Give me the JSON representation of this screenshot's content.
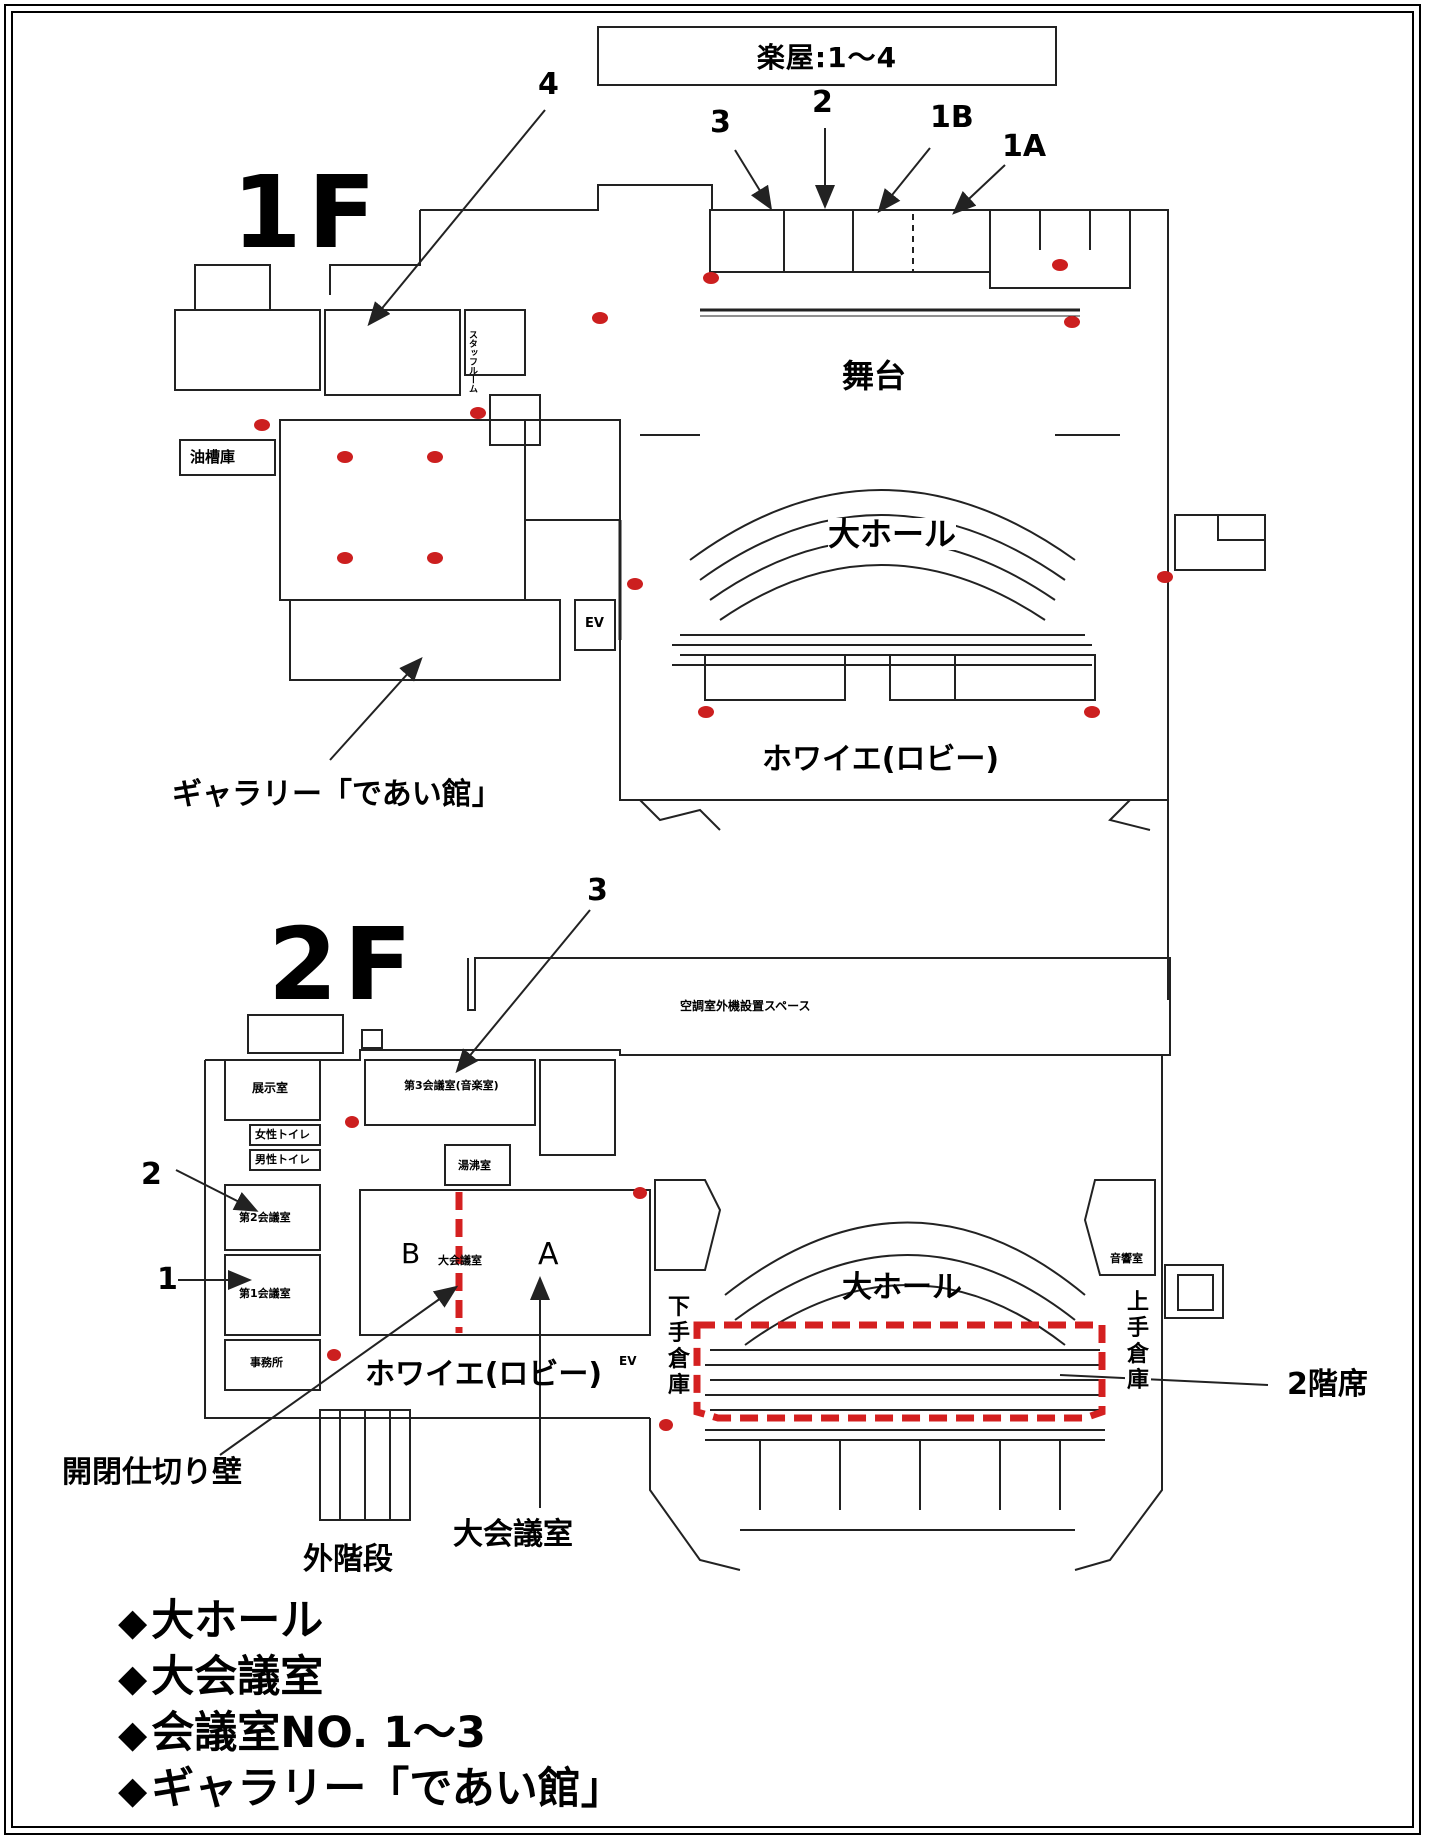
{
  "header": {
    "dressing_rooms": "楽屋:1〜4"
  },
  "floor1": {
    "floor_label": "1F",
    "callouts": {
      "room4": "4",
      "room3": "3",
      "room2": "2",
      "room1b": "1B",
      "room1a": "1A"
    },
    "labels": {
      "stage": "舞台",
      "large_hall": "大ホール",
      "foyer": "ホワイエ(ロビー)",
      "gallery": "ギャラリー「であい館」",
      "oil_tank": "油槽庫",
      "ev": "EV"
    },
    "small_labels": {
      "staff_room": "スタッフルーム"
    }
  },
  "floor2": {
    "floor_label": "2F",
    "callouts": {
      "room3": "3",
      "room2": "2",
      "room1": "1"
    },
    "labels": {
      "ac_space": "空調室外機設置スペース",
      "exhibition_room": "展示室",
      "conf_room3": "第3会議室(音楽室)",
      "womens_toilet": "女性トイレ",
      "mens_toilet": "男性トイレ",
      "kitchen": "湯沸室",
      "conf_room2": "第2会議室",
      "conf_room1": "第1会議室",
      "office": "事務所",
      "section_b": "B",
      "section_a": "A",
      "large_conf_small": "大会議室",
      "large_hall": "大ホール",
      "foyer": "ホワイエ(ロビー)",
      "stage_left_storage": "下手倉庫",
      "stage_right_storage": "上手倉庫",
      "second_floor_seats": "2階席",
      "partition_wall": "開閉仕切り壁",
      "external_stairs": "外階段",
      "large_conf_room": "大会議室",
      "ev": "EV",
      "sound_room": "音響室"
    }
  },
  "legend": {
    "items": [
      {
        "bullet": "◆",
        "text": "大ホール"
      },
      {
        "bullet": "◆",
        "text": "大会議室"
      },
      {
        "bullet": "◆",
        "text": "会議室NO. 1〜3"
      },
      {
        "bullet": "◆",
        "text": "ギャラリー「であい館」"
      }
    ]
  },
  "colors": {
    "marker": "#cc1f1f",
    "highlight_dash": "#d42020",
    "line": "#222222"
  }
}
